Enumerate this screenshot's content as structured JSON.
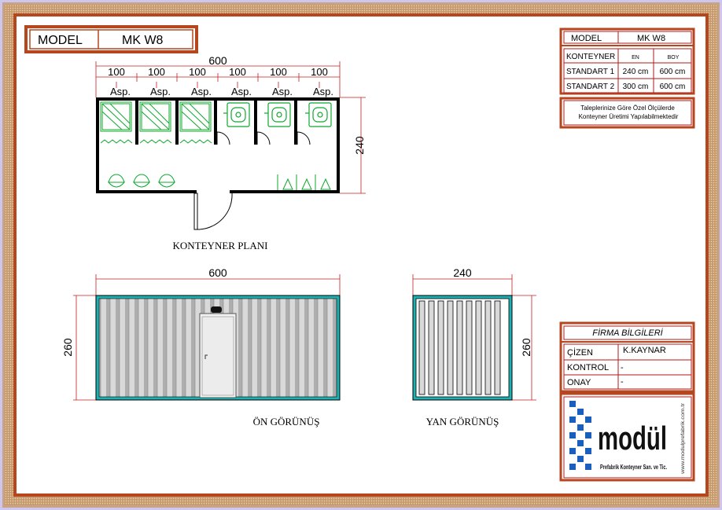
{
  "model_box": {
    "label": "MODEL",
    "value": "MK W8"
  },
  "plan": {
    "total_width": "600",
    "segments": [
      "100",
      "100",
      "100",
      "100",
      "100",
      "100"
    ],
    "rooms": [
      "Asp.",
      "Asp.",
      "Asp.",
      "Asp.",
      "Asp.",
      "Asp."
    ],
    "height_dim": "240",
    "caption": "KONTEYNER PLANI"
  },
  "front_view": {
    "width_dim": "600",
    "height_dim": "260",
    "caption": "ÖN GÖRÜNÜŞ"
  },
  "side_view": {
    "width_dim": "240",
    "height_dim": "260",
    "caption": "YAN GÖRÜNÜŞ"
  },
  "spec_table": {
    "model_label": "MODEL",
    "model_value": "MK W8",
    "col_header": "KONTEYNER",
    "col_en": "EN",
    "col_boy": "BOY",
    "rows": [
      {
        "name": "STANDART 1",
        "en": "240 cm",
        "boy": "600 cm"
      },
      {
        "name": "STANDART 2",
        "en": "300 cm",
        "boy": "600 cm"
      }
    ],
    "note_line1": "Taleplerinize Göre Özel Ölçülerde",
    "note_line2": "Konteyner Üretimi Yapılabilmektedir"
  },
  "firma": {
    "title": "FİRMA BİLGİLERİ",
    "rows": [
      {
        "label": "ÇİZEN",
        "value": "K.KAYNAR"
      },
      {
        "label": "KONTROL",
        "value": "-"
      },
      {
        "label": "ONAY",
        "value": "-"
      }
    ]
  },
  "logo": {
    "name": "modül",
    "tagline": "Prefabrik Konteyner San. ve Tic.",
    "website": "www.modulprefabrik.com.tr"
  },
  "colors": {
    "frame": "#b5461e",
    "teal": "#1fb1b1",
    "plan_green": "#0fa82e",
    "logo_blue": "#1a5fbe",
    "dim_red": "#c81e1e",
    "table_red": "#b01a1a"
  }
}
